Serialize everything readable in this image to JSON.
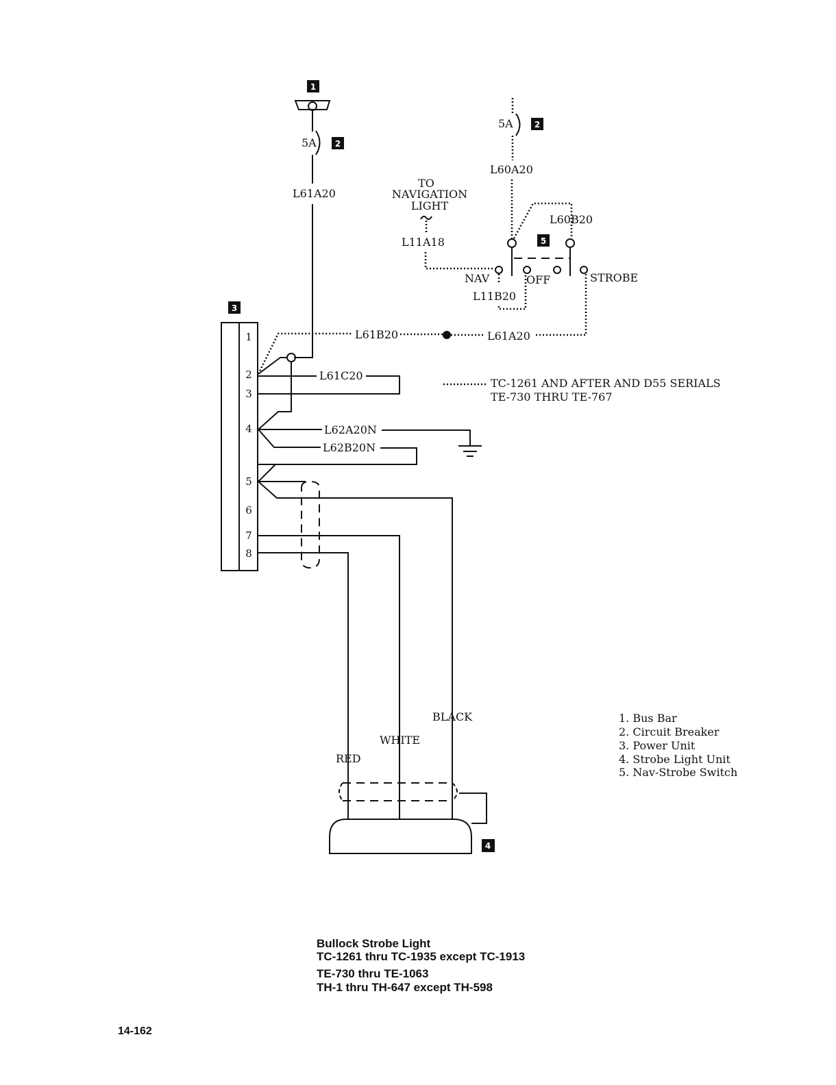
{
  "callouts": [
    "1",
    "2",
    "2",
    "3",
    "4",
    "5"
  ],
  "breakers": {
    "left_rating": "5A",
    "right_rating": "5A"
  },
  "wires": {
    "l61a20_top": "L61A20",
    "l60a20": "L60A20",
    "l60b20": "L60B20",
    "l11a18": "L11A18",
    "l11b20": "L11B20",
    "l61b20": "L61B20",
    "l61a20_mid": "L61A20",
    "l61c20": "L61C20",
    "l62a20n": "L62A20N",
    "l62b20n": "L62B20N"
  },
  "nav_light_note": [
    "TO",
    "NAVIGATION",
    "LIGHT"
  ],
  "switch_positions": {
    "nav": "NAV",
    "off": "OFF",
    "strobe": "STROBE"
  },
  "serial_note": {
    "line1": "TC-1261 AND AFTER AND D55 SERIALS",
    "line2": "TE-730 THRU TE-767"
  },
  "pins": [
    "1",
    "2",
    "3",
    "4",
    "5",
    "6",
    "7",
    "8"
  ],
  "lead_colors": {
    "red": "RED",
    "white": "WHITE",
    "black": "BLACK"
  },
  "legend": [
    "1. Bus Bar",
    "2. Circuit Breaker",
    "3. Power Unit",
    "4. Strobe Light Unit",
    "5. Nav-Strobe Switch"
  ],
  "caption": [
    "Bullock Strobe Light",
    "TC-1261 thru TC-1935 except TC-1913",
    "TE-730 thru TE-1063",
    "TH-1 thru TH-647 except TH-598"
  ],
  "page_number": "14-162"
}
